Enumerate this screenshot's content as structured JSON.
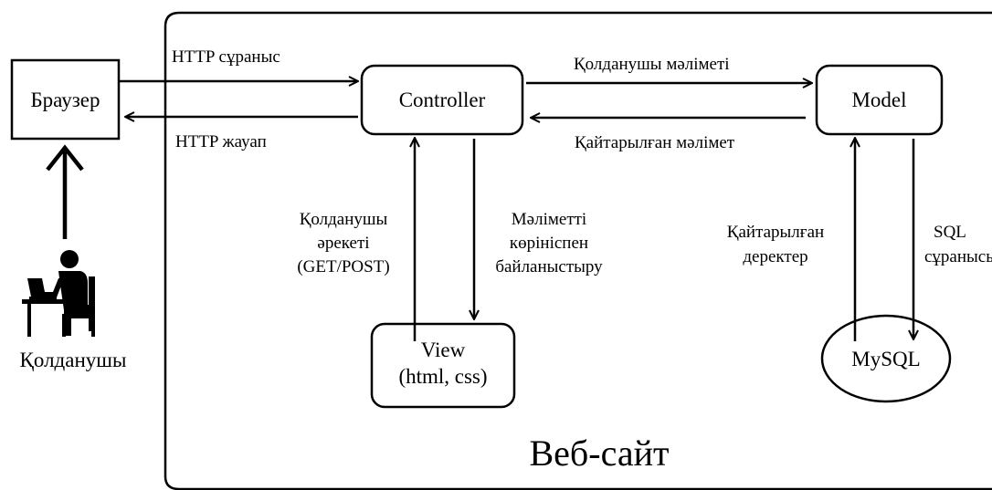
{
  "nodes": {
    "browser": "Браузер",
    "controller": "Controller",
    "model": "Model",
    "view_line1": "View",
    "view_line2": "(html, css)",
    "mysql": "MySQL",
    "user": "Қолданушы"
  },
  "edges": {
    "http_request": "HTTP сұраныс",
    "http_response": "HTTP жауап",
    "user_data": "Қолданушы мәліметі",
    "returned_data": "Қайтарылған мәлімет",
    "user_action_line1": "Қолданушы",
    "user_action_line2": "әрекеті",
    "user_action_line3": "(GET/POST)",
    "bind_line1": "Мәліметті",
    "bind_line2": "көрініспен",
    "bind_line3": "байланыстыру",
    "returned_records_line1": "Қайтарылған",
    "returned_records_line2": "деректер",
    "sql_line1": "SQL",
    "sql_line2": "сұранысы"
  },
  "website_label": "Веб-сайт",
  "icons": {
    "user": "person-at-laptop-icon"
  }
}
